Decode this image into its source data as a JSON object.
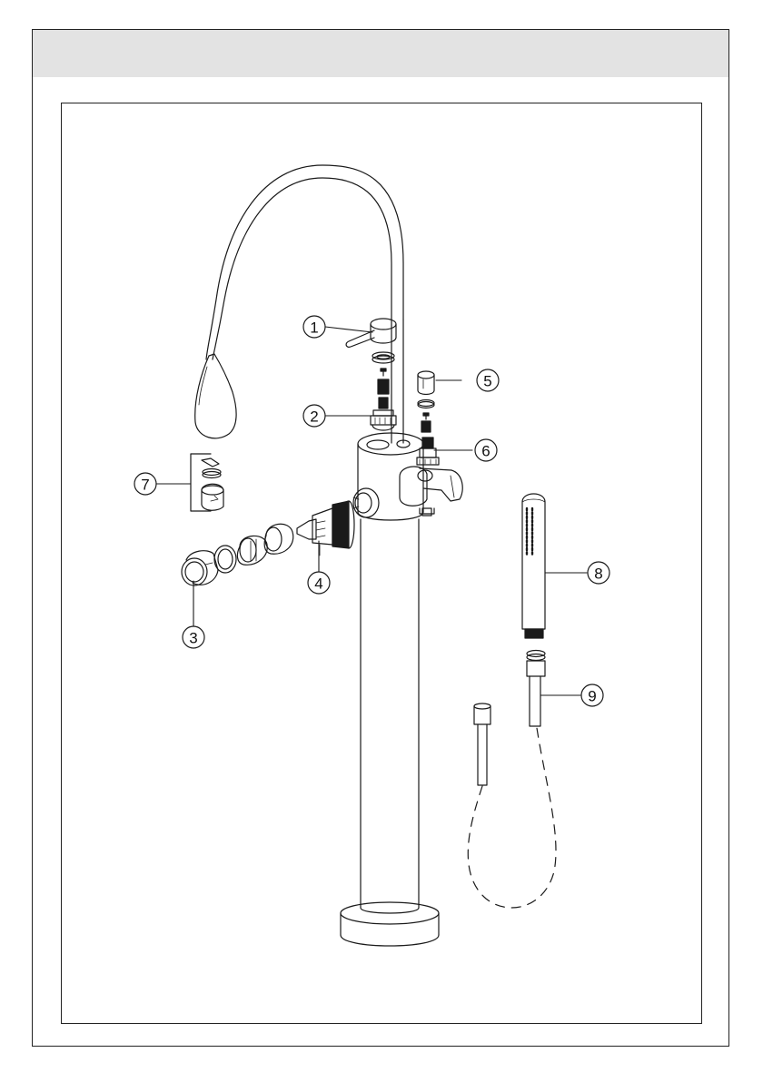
{
  "callouts": [
    {
      "id": "1",
      "label": "1"
    },
    {
      "id": "2",
      "label": "2"
    },
    {
      "id": "3",
      "label": "3"
    },
    {
      "id": "4",
      "label": "4"
    },
    {
      "id": "5",
      "label": "5"
    },
    {
      "id": "6",
      "label": "6"
    },
    {
      "id": "7",
      "label": "7"
    },
    {
      "id": "8",
      "label": "8"
    },
    {
      "id": "9",
      "label": "9"
    }
  ],
  "colors": {
    "line": "#1a1a1a",
    "header_band": "#e3e3e3",
    "background": "#ffffff"
  }
}
